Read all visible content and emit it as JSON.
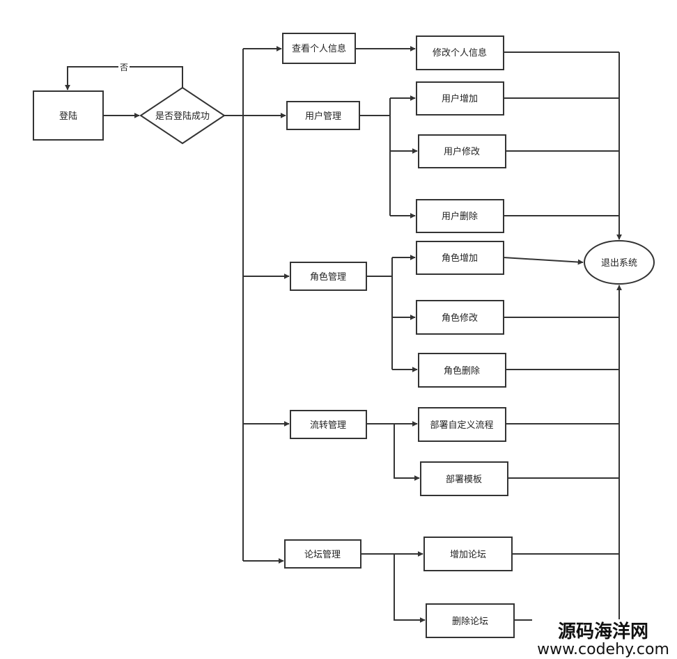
{
  "diagram": {
    "nodes": {
      "login": "登陆",
      "decision": "是否登陆成功",
      "view_info": "查看个人信息",
      "edit_info": "修改个人信息",
      "user_mgmt": "用户管理",
      "user_add": "用户增加",
      "user_edit": "用户修改",
      "user_del": "用户删除",
      "role_mgmt": "角色管理",
      "role_add": "角色增加",
      "role_edit": "角色修改",
      "role_del": "角色删除",
      "flow_mgmt": "流转管理",
      "flow_deploy_custom": "部署自定义流程",
      "flow_deploy_template": "部署模板",
      "forum_mgmt": "论坛管理",
      "forum_add": "增加论坛",
      "forum_del": "删除论坛",
      "exit": "退出系统"
    },
    "edge_labels": {
      "no": "否"
    }
  },
  "watermark": {
    "name": "源码海洋网",
    "url": "www.codehy.com"
  },
  "colors": {
    "stroke": "#333333",
    "text": "#222222",
    "background": "#ffffff"
  }
}
